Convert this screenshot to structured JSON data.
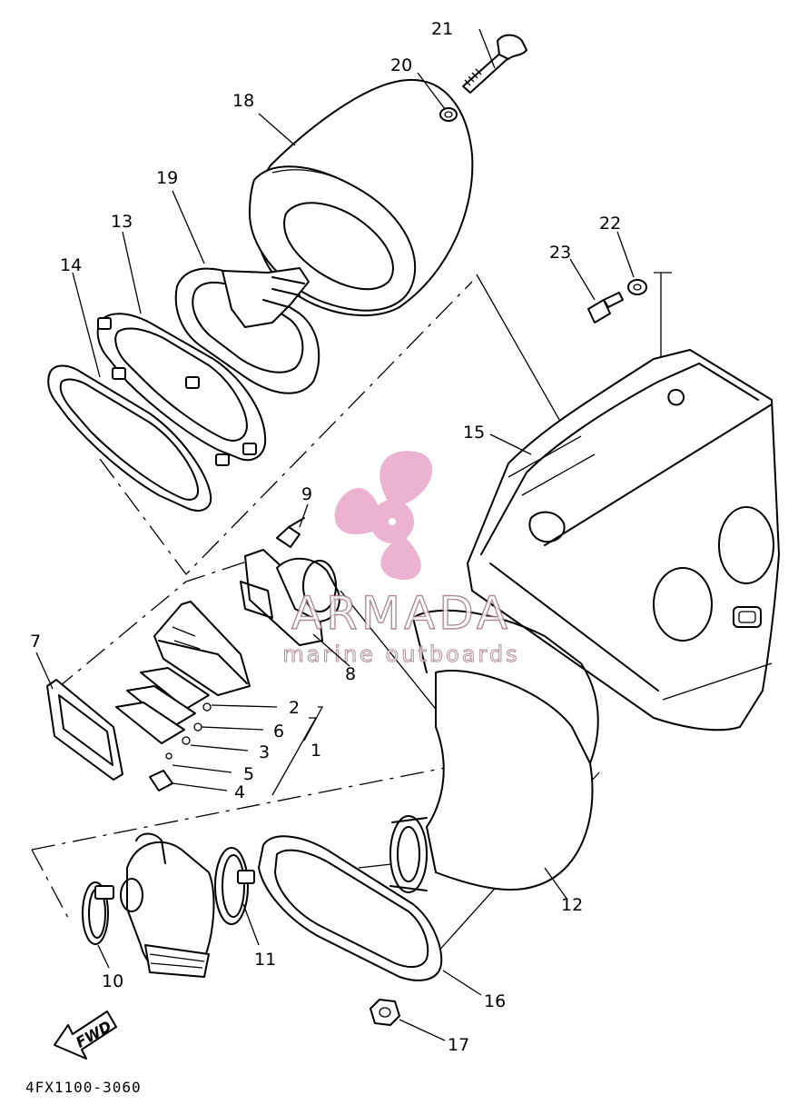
{
  "diagram_code": "4FX1100-3060",
  "fwd_label": "FWD",
  "watermark": {
    "brand": "ARMADA",
    "tagline": "marine outboards",
    "logo_color": "#e8a6c7"
  },
  "callouts": [
    "1",
    "2",
    "3",
    "4",
    "5",
    "6",
    "7",
    "8",
    "9",
    "10",
    "11",
    "12",
    "13",
    "14",
    "15",
    "16",
    "17",
    "18",
    "19",
    "20",
    "21",
    "22",
    "23"
  ]
}
